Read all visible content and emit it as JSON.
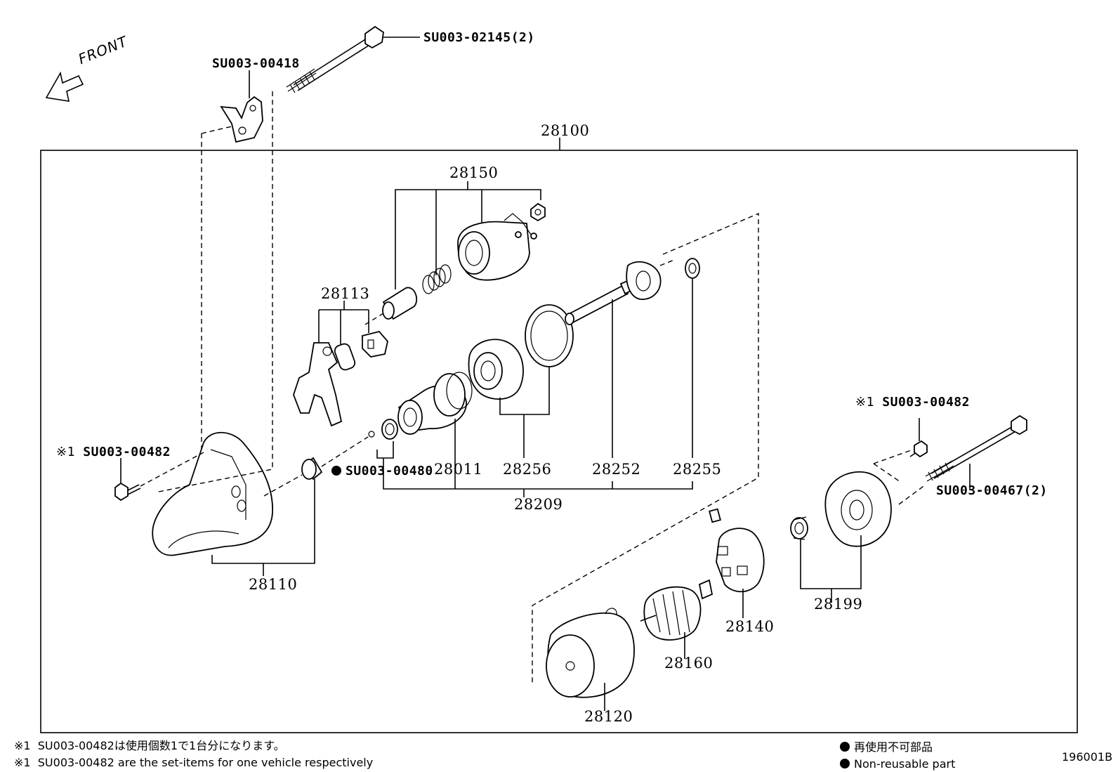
{
  "labels": {
    "front": "FRONT",
    "su_02145": "SU003-02145(2)",
    "su_00418": "SU003-00418",
    "p28100": "28100",
    "p28150": "28150",
    "p28113": "28113",
    "su_00482_left": "SU003-00482",
    "su_00480": "SU003-00480",
    "p28011": "28011",
    "p28256": "28256",
    "p28252": "28252",
    "p28255": "28255",
    "p28209": "28209",
    "p28110": "28110",
    "su_00482_right": "SU003-00482",
    "su_00467": "SU003-00467(2)",
    "p28199": "28199",
    "p28140": "28140",
    "p28160": "28160",
    "p28120": "28120",
    "ref_mark": "※1"
  },
  "footer": {
    "note_jp_mark": "※1",
    "note_jp": "SU003-00482は使用個数1で1台分になります。",
    "note_en_mark": "※1",
    "note_en": "SU003-00482 are the set-items for one vehicle respectively",
    "legend_jp": "再使用不可部品",
    "legend_en": "Non-reusable part",
    "diagram_id": "196001B"
  }
}
